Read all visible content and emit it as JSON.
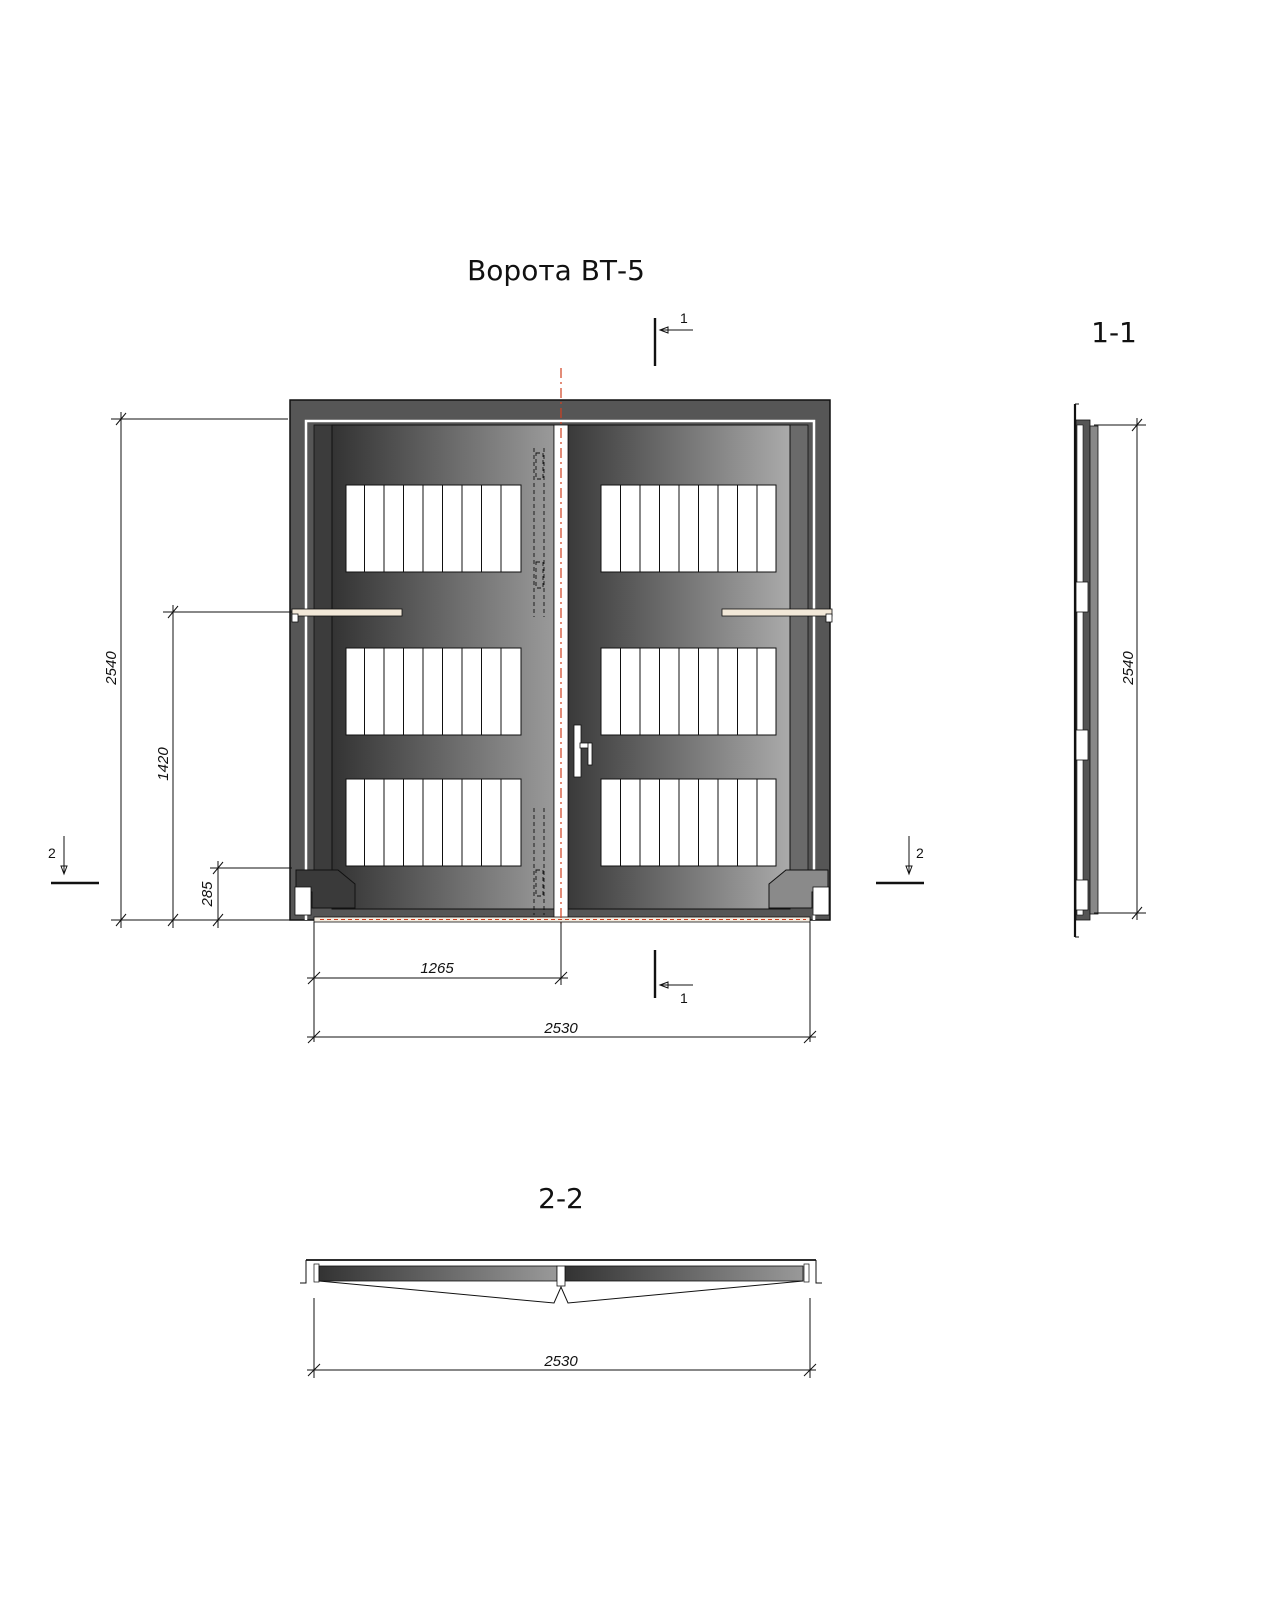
{
  "drawing": {
    "title": "Ворота ВТ-5",
    "section_1_title": "1-1",
    "section_2_title": "2-2",
    "section_markers": {
      "one": "1",
      "two": "2"
    },
    "dimensions": {
      "height_total": "2540",
      "handle_height": "1420",
      "bottom_offset": "285",
      "leaf_width": "1265",
      "total_width": "2530",
      "side_height": "2540",
      "plan_width": "2530"
    },
    "colors": {
      "frame": "#555555",
      "leaf_dark": "#333333",
      "leaf_light": "#aaaaaa",
      "panel": "#ffffff",
      "centerline": "#d04020",
      "outline": "#111111"
    }
  }
}
